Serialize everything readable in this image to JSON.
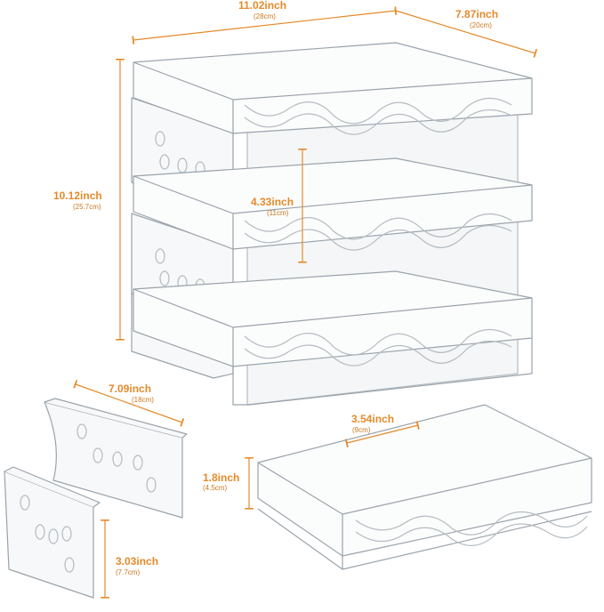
{
  "colors": {
    "accent": "#e58a2a",
    "outline": "#9aa3ab",
    "shade": "#d9dee2"
  },
  "dimensions": {
    "width": {
      "inch": "11.02inch",
      "cm": "(28cm)"
    },
    "depth": {
      "inch": "7.87inch",
      "cm": "(20cm)"
    },
    "height": {
      "inch": "10.12inch",
      "cm": "(25.7cm)"
    },
    "tier_gap": {
      "inch": "4.33inch",
      "cm": "(11cm)"
    },
    "side_panel_width": {
      "inch": "7.09inch",
      "cm": "(18cm)"
    },
    "side_panel_height": {
      "inch": "3.03inch",
      "cm": "(7.7cm)"
    },
    "slot_width": {
      "inch": "3.54inch",
      "cm": "(9cm)"
    },
    "rack_height": {
      "inch": "1.8inch",
      "cm": "(4.5cm)"
    }
  }
}
